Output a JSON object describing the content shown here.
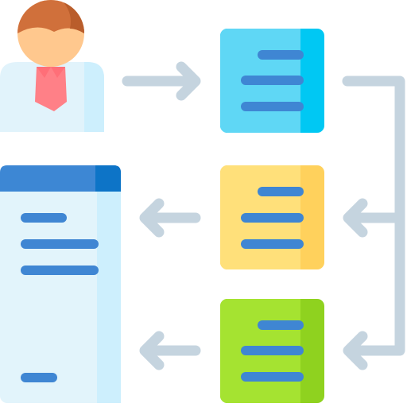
{
  "diagram": {
    "nodes": [
      {
        "id": "user",
        "kind": "person"
      },
      {
        "id": "doc-top",
        "kind": "document",
        "color": "#5fd7f5",
        "shade": "#00c8f3"
      },
      {
        "id": "doc-middle",
        "kind": "document",
        "color": "#ffe07a",
        "shade": "#ffd15c"
      },
      {
        "id": "doc-bottom",
        "kind": "document",
        "color": "#a5e331",
        "shade": "#8fd21f"
      },
      {
        "id": "report",
        "kind": "long-document",
        "header_color": "#3d87d4",
        "body_color": "#e2f4fb"
      }
    ],
    "edges": [
      {
        "from": "user",
        "to": "doc-top"
      },
      {
        "from": "doc-top",
        "to": "doc-middle"
      },
      {
        "from": "doc-top",
        "to": "doc-bottom"
      },
      {
        "from": "doc-middle",
        "to": "report"
      },
      {
        "from": "doc-bottom",
        "to": "report"
      }
    ],
    "colors": {
      "arrow": "#c5d4df",
      "text_line": "#3f86d3",
      "skin": "#ffc88e",
      "hair": "#d0703b",
      "tie": "#ff8087",
      "shirt": "#e1f3fb"
    }
  }
}
